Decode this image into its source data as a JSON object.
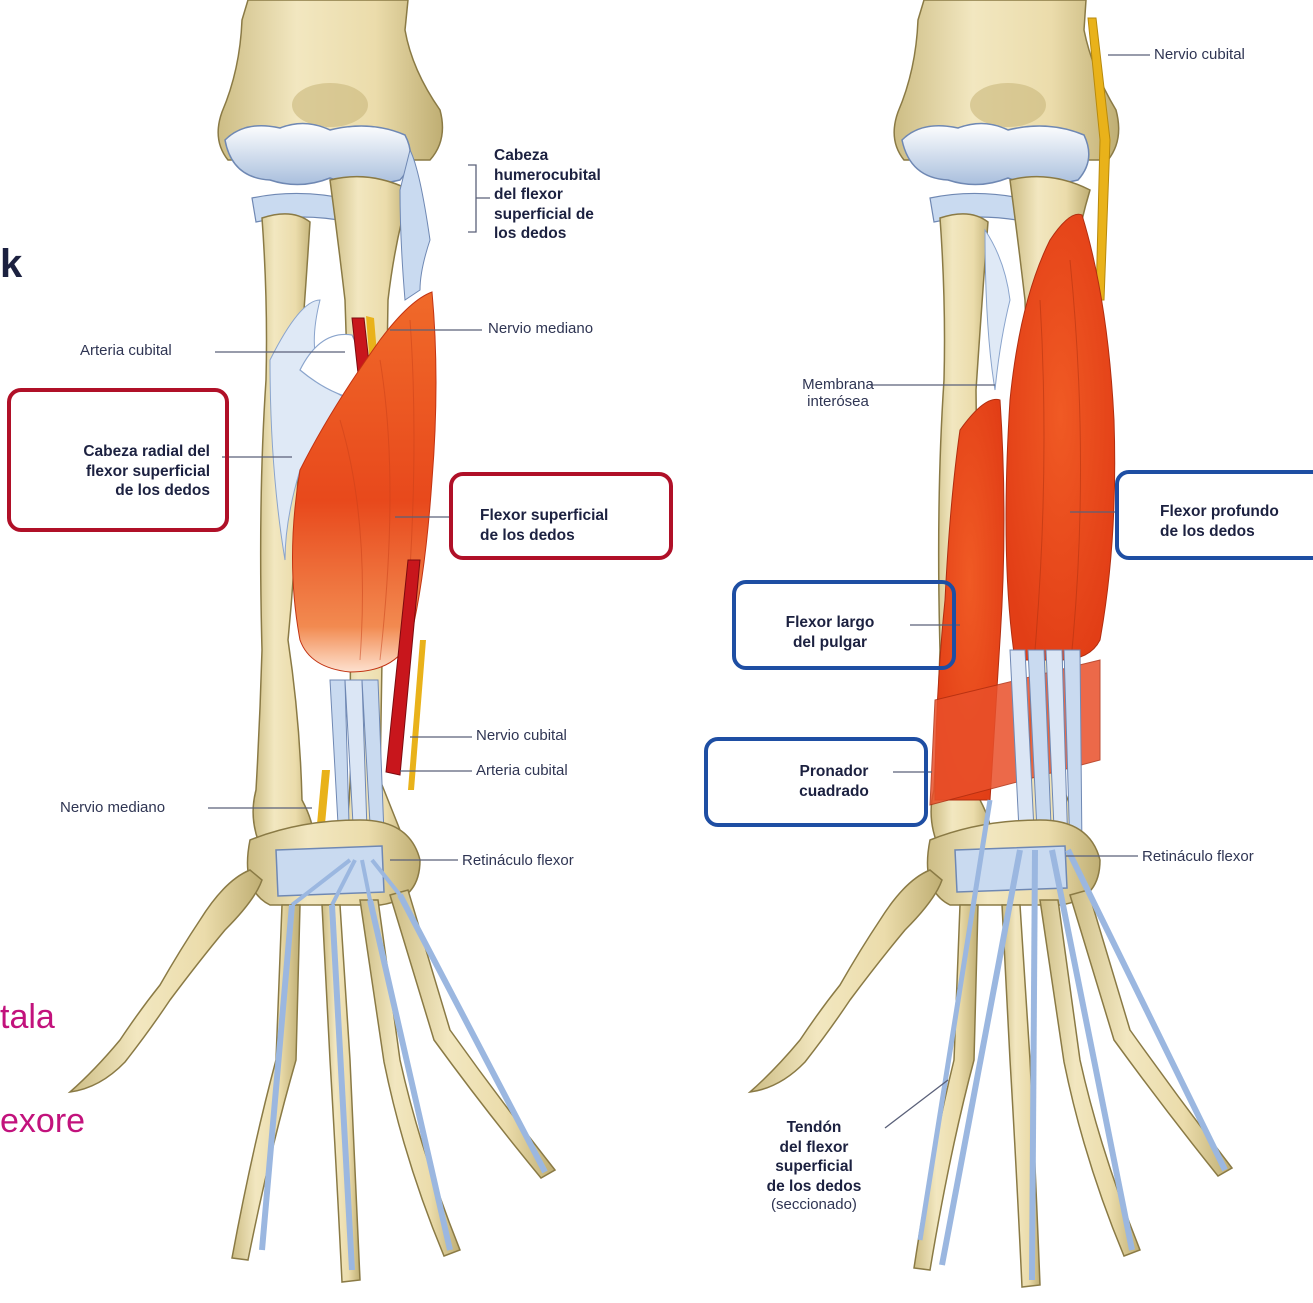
{
  "slide_fragments": {
    "k": "k",
    "tala": "tala",
    "exore": "exore"
  },
  "colors": {
    "bone": "#e9dcaf",
    "muscle": "#ea4a1e",
    "tendon": "#c9daf0",
    "nerve": "#e9b21a",
    "artery": "#c8161c",
    "red_box": "#b01028",
    "blue_box": "#1e4ea3",
    "magenta_text": "#c2127c",
    "label_text": "#2f3553"
  },
  "left_panel": {
    "label_humerocubital": [
      "Cabeza",
      "humerocubital",
      "del flexor",
      "superficial de",
      "los dedos"
    ],
    "label_nervio_mediano_top": "Nervio mediano",
    "label_arteria_cubital_top": "Arteria cubital",
    "box_cabeza_radial": [
      "Cabeza radial del",
      "flexor superficial",
      "de los dedos"
    ],
    "box_flexor_superficial": [
      "Flexor superficial",
      "de los dedos"
    ],
    "label_nervio_cubital": "Nervio cubital",
    "label_arteria_cubital_bottom": "Arteria cubital",
    "label_nervio_mediano_bottom": "Nervio mediano",
    "label_retinaculo": "Retináculo flexor"
  },
  "right_panel": {
    "label_nervio_cubital": "Nervio cubital",
    "label_membrana": [
      "Membrana",
      "interósea"
    ],
    "box_flexor_profundo": [
      "Flexor profundo",
      "de los dedos"
    ],
    "box_flexor_largo": [
      "Flexor largo",
      "del pulgar"
    ],
    "box_pronador": [
      "Pronador",
      "cuadrado"
    ],
    "label_retinaculo": "Retináculo flexor",
    "label_tendon": [
      "Tendón",
      "del flexor",
      "superficial",
      "de los dedos"
    ],
    "label_seccionado": "(seccionado)"
  }
}
